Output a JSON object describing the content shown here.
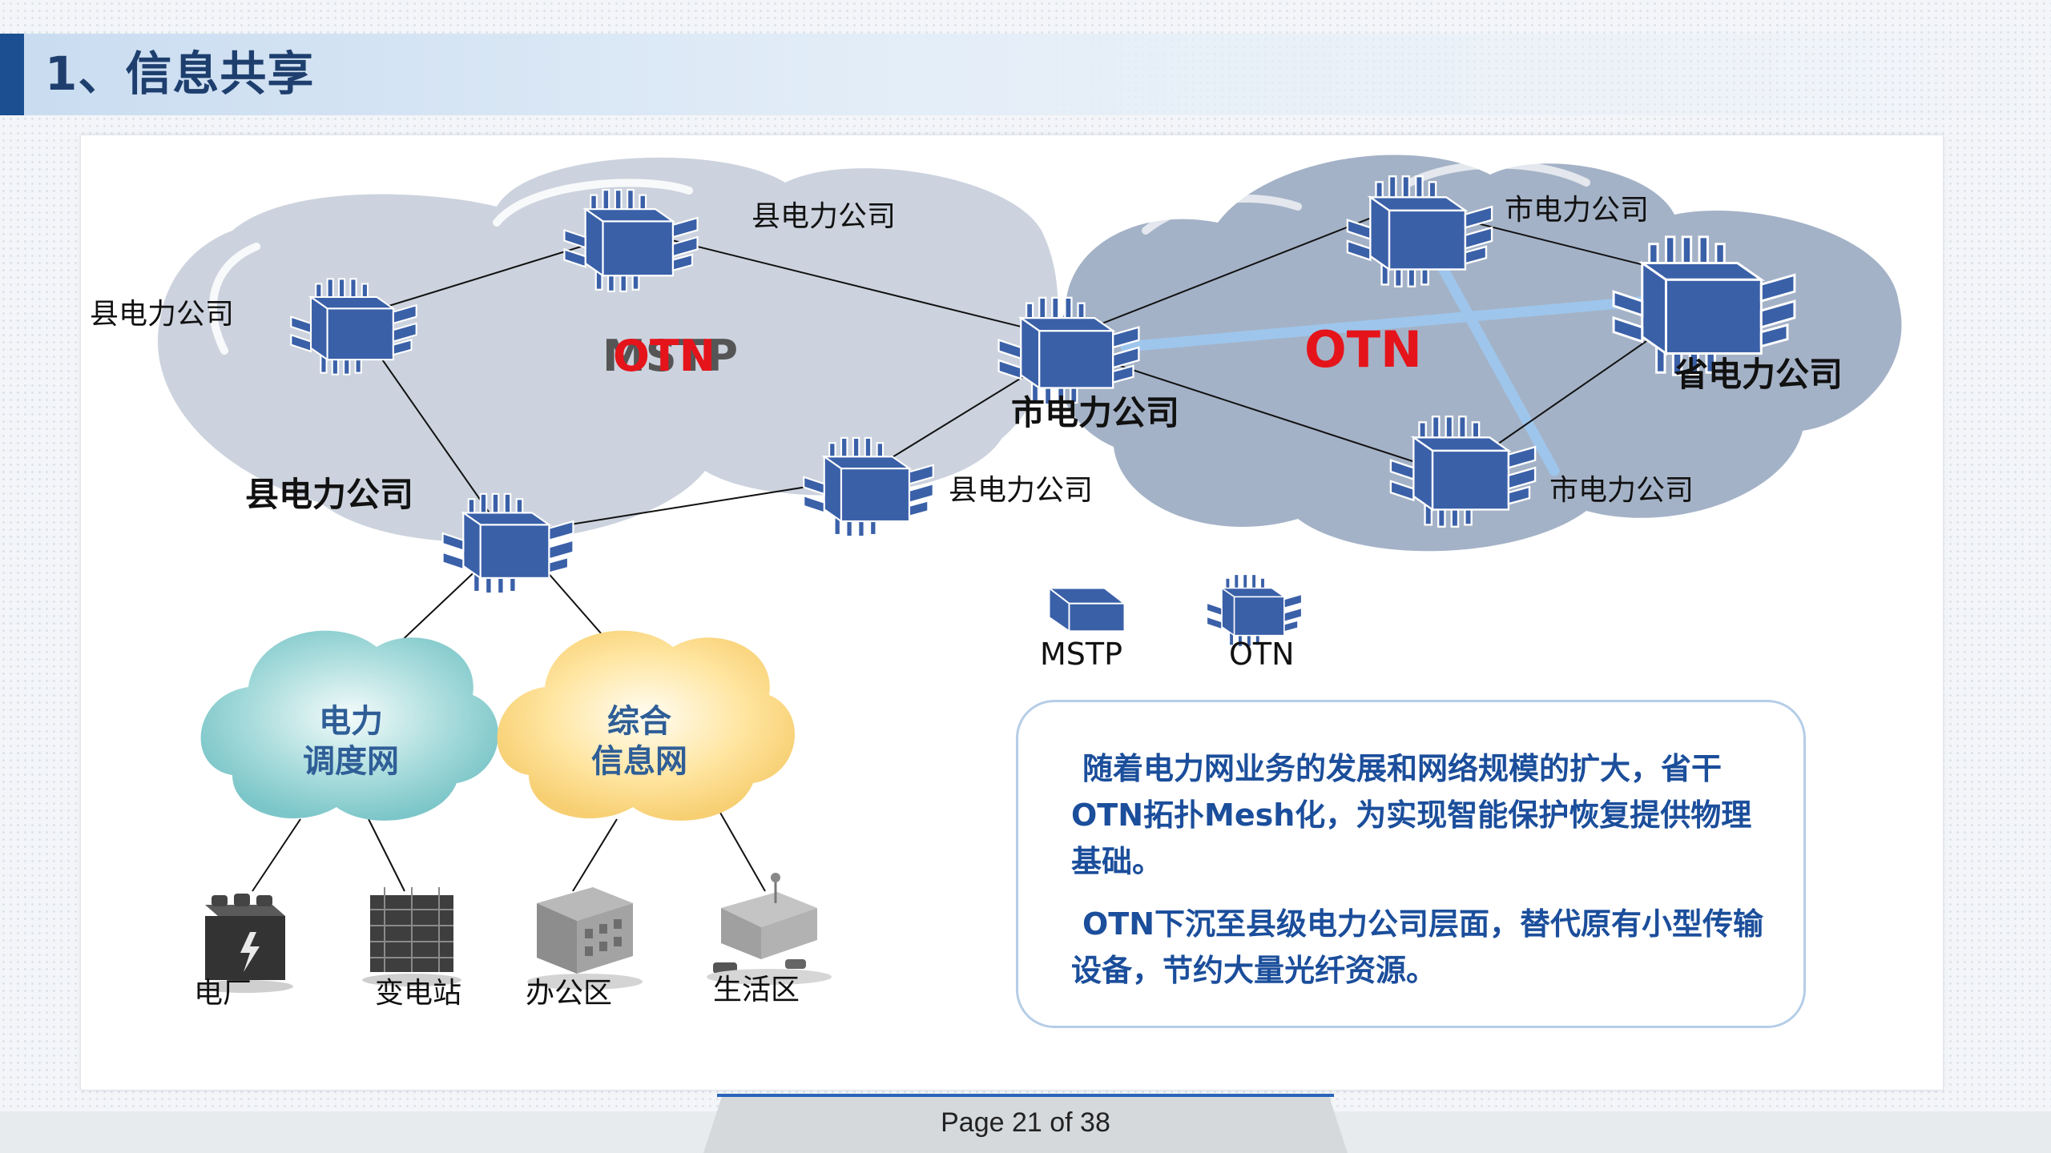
{
  "header": {
    "title": "1、信息共享"
  },
  "diagram": {
    "mstp_cloud_label": "MSTP",
    "otn_overlay_label": "OTN",
    "otn_cloud_label": "OTN",
    "nodes": {
      "county_left": "县电力公司",
      "county_top": "县电力公司",
      "county_bottom_bold": "县电力公司",
      "county_mid": "县电力公司",
      "city_center_bold": "市电力公司",
      "city_top": "市电力公司",
      "city_bottom": "市电力公司",
      "province_bold": "省电力公司"
    },
    "legend": {
      "mstp": "MSTP",
      "otn": "OTN"
    },
    "networks": {
      "dispatch_line1": "电力",
      "dispatch_line2": "调度网",
      "info_line1": "综合",
      "info_line2": "信息网"
    },
    "facilities": {
      "power_plant": "电厂",
      "substation": "变电站",
      "office": "办公区",
      "living": "生活区"
    },
    "colors": {
      "mstp_cloud": "#ccd3de",
      "otn_cloud": "#a4b2c7",
      "device_blue": "#3a60a8",
      "otn_red": "#e5141b",
      "mesh_light_blue": "#9ec6ec"
    }
  },
  "info_box": {
    "paragraph1": "随着电力网业务的发展和网络规模的扩大，省干OTN拓扑Mesh化，为实现智能保护恢复提供物理基础。",
    "paragraph2": "OTN下沉至县级电力公司层面，替代原有小型传输设备，节约大量光纤资源。"
  },
  "footer": {
    "page_label": "Page 21 of 38"
  }
}
